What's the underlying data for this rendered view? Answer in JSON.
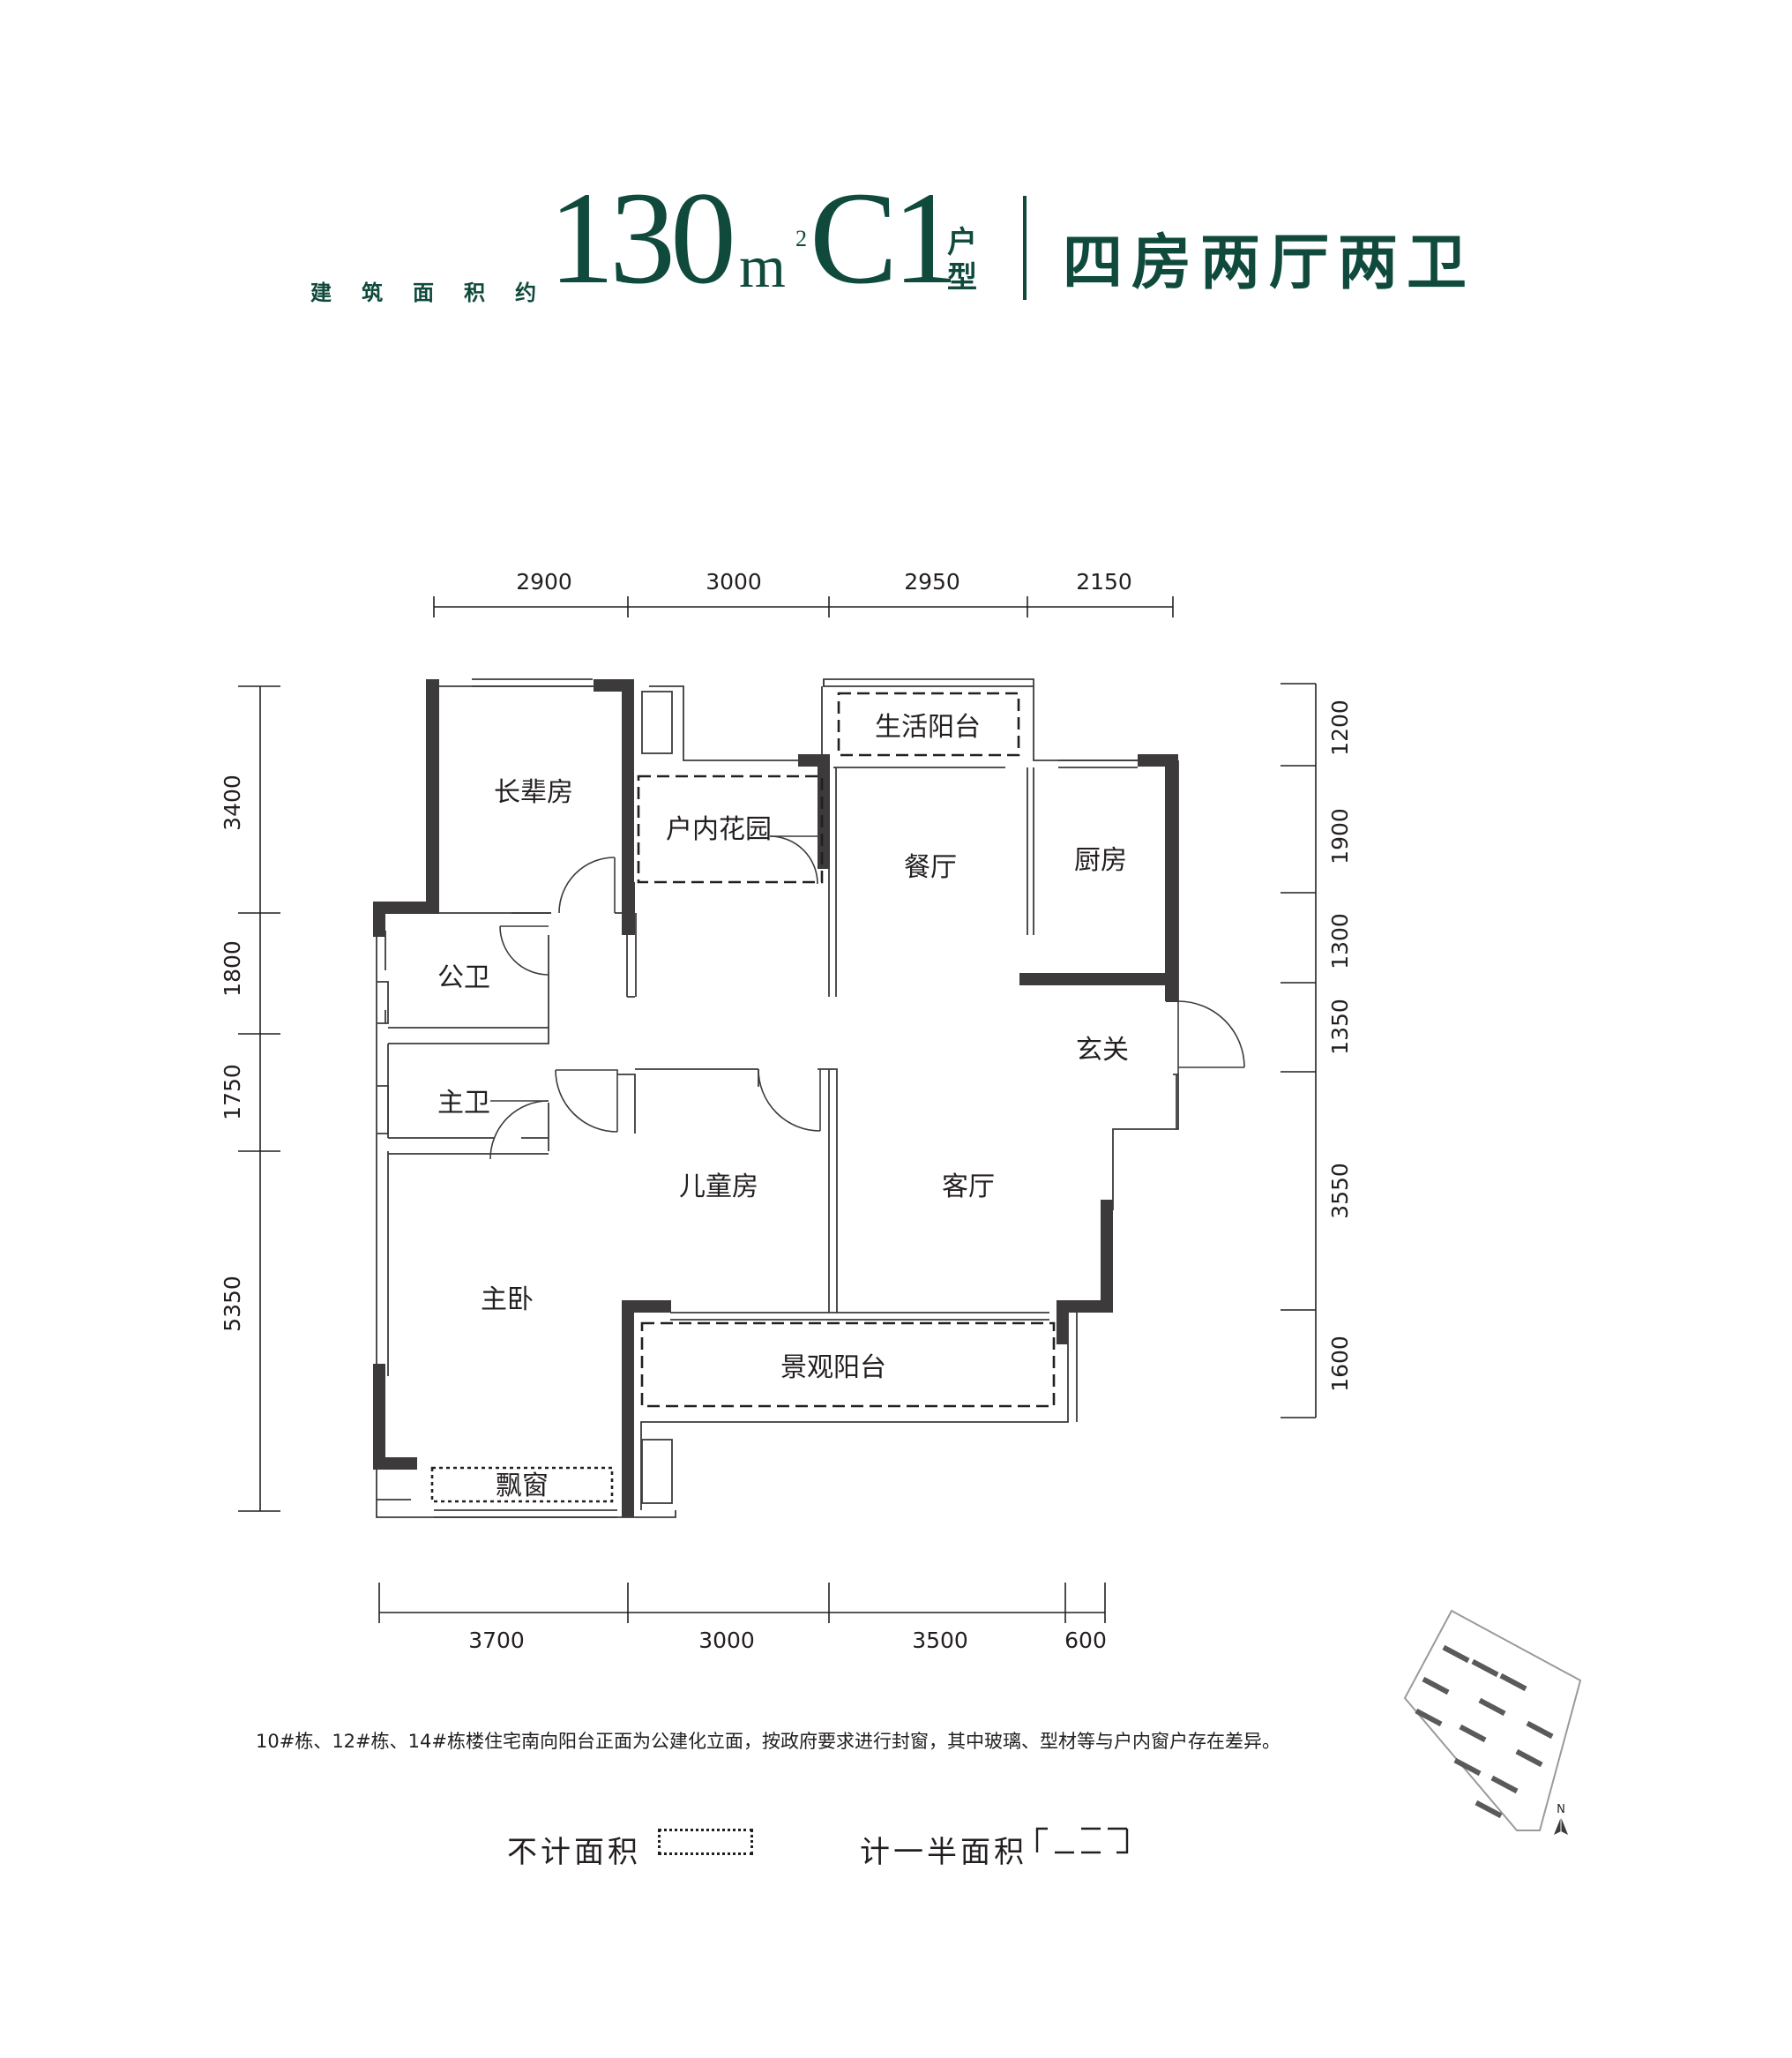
{
  "header": {
    "label": "建筑面积约",
    "area_number": "130",
    "area_unit": "m",
    "area_sup": "2",
    "type_code": "C1",
    "type_suffix_1": "户",
    "type_suffix_2": "型",
    "description": "四房两厅两卫",
    "color": "#0f4a3c"
  },
  "dimensions": {
    "top": [
      "2900",
      "3000",
      "2950",
      "2150"
    ],
    "bottom": [
      "3700",
      "3000",
      "3500",
      "600"
    ],
    "left": [
      "3400",
      "1800",
      "1750",
      "5350"
    ],
    "right": [
      "1200",
      "1900",
      "1300",
      "1350",
      "3550",
      "1600"
    ]
  },
  "rooms": {
    "elder_room": "长辈房",
    "indoor_garden": "户内花园",
    "utility_balcony": "生活阳台",
    "dining": "餐厅",
    "kitchen": "厨房",
    "public_bath": "公卫",
    "master_bath": "主卫",
    "foyer": "玄关",
    "kids_room": "儿童房",
    "living": "客厅",
    "master_bedroom": "主卧",
    "view_balcony": "景观阳台",
    "bay_window": "飘窗"
  },
  "note": "10#栋、12#栋、14#栋楼住宅南向阳台正面为公建化立面，按政府要求进行封窗，其中玻璃、型材等与户内窗户存在差异。",
  "legend": {
    "excluded_area": "不计面积",
    "half_area": "计一半面积"
  },
  "compass": "N"
}
